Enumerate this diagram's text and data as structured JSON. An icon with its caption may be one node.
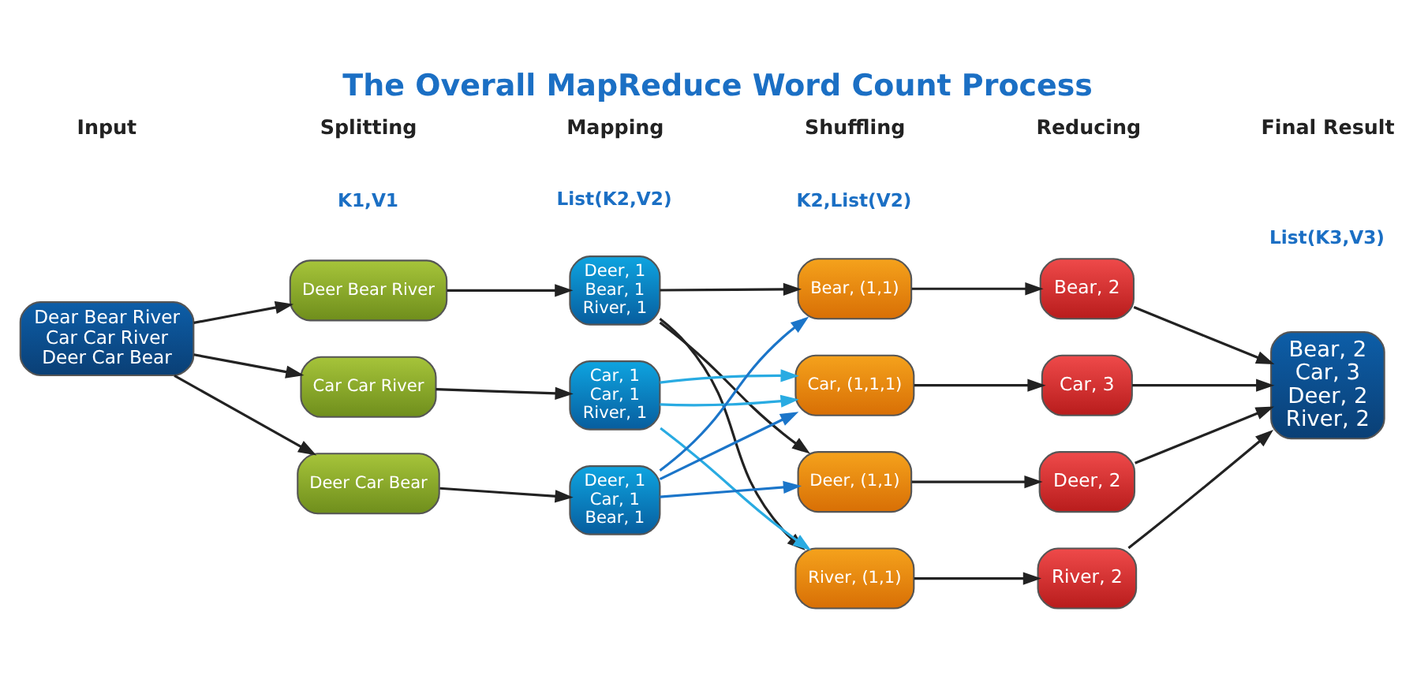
{
  "diagram": {
    "title": "The Overall MapReduce Word Count Process",
    "nodes": [
      {
        "text": [
          "Dear Bear River Car Car River Deer Car Bear"
        ]
      },
      {
        "text": [
          "Deer Bear River"
        ]
      },
      {
        "text": [
          "Car Car River"
        ]
      },
      {
        "text": [
          "Deer Car Bear"
        ]
      },
      {
        "text": [
          "Deer, 1 Bear, 1 River, 1"
        ]
      },
      {
        "text": [
          "Car, 1 Car, 1 River, 1"
        ]
      },
      {
        "text": [
          "Deer, 1 Car, 1 Bear, 1"
        ]
      },
      {
        "text": [
          "Bear, (1,1)"
        ]
      },
      {
        "text": [
          "Car, (1,1,1)"
        ]
      },
      {
        "text": [
          "Deer, (1,1)"
        ]
      },
      {
        "text": [
          "River, (1,1)"
        ]
      },
      {
        "text": [
          "Bear, 2"
        ]
      },
      {
        "text": [
          "Car, 3"
        ]
      },
      {
        "text": [
          "Deer, 2"
        ]
      },
      {
        "text": [
          "River, 2"
        ]
      },
      {
        "text": [
          "Bear, 2 Car, 3 Deer, 2 River, 2"
        ]
      }
    ],
    "edges": [
      {
        "from": 0,
        "to": 1,
        "arrow": "to"
      },
      {
        "from": 0,
        "to": 2,
        "arrow": "to"
      },
      {
        "from": 0,
        "to": 3,
        "arrow": "to"
      },
      {
        "from": 1,
        "to": 4,
        "arrow": "to"
      },
      {
        "from": 2,
        "to": 5,
        "arrow": "to"
      },
      {
        "from": 3,
        "to": 6,
        "arrow": "to"
      },
      {
        "from": 4,
        "to": 7,
        "arrow": "to"
      },
      {
        "from": 4,
        "to": 9,
        "arrow": "to"
      },
      {
        "from": 4,
        "to": 10,
        "arrow": "to"
      },
      {
        "from": 5,
        "to": 8,
        "arrow": "to",
        "color": "#29abe2"
      },
      {
        "from": 5,
        "to": 8,
        "arrow": "to",
        "color": "#29abe2"
      },
      {
        "from": 5,
        "to": 10,
        "arrow": "to",
        "color": "#29abe2"
      },
      {
        "from": 6,
        "to": 7,
        "arrow": "to",
        "color": "#1b75c9"
      },
      {
        "from": 6,
        "to": 8,
        "arrow": "to",
        "color": "#1b75c9"
      },
      {
        "from": 6,
        "to": 9,
        "arrow": "to",
        "color": "#1b75c9"
      },
      {
        "from": 7,
        "to": 11,
        "arrow": "to"
      },
      {
        "from": 8,
        "to": 12,
        "arrow": "to"
      },
      {
        "from": 9,
        "to": 13,
        "arrow": "to"
      },
      {
        "from": 10,
        "to": 14,
        "arrow": "to"
      },
      {
        "from": 11,
        "to": 15,
        "arrow": "to"
      },
      {
        "from": 12,
        "to": 15,
        "arrow": "to"
      },
      {
        "from": 13,
        "to": 15,
        "arrow": "to"
      },
      {
        "from": 14,
        "to": 15,
        "arrow": "to"
      }
    ],
    "labels": [
      "Input",
      "Splitting",
      "Mapping",
      "Shuffling",
      "Reducing",
      "Final Result",
      "K1,V1",
      "List(K2,V2)",
      "K2,List(V2)",
      "List(K3,V3)"
    ]
  }
}
